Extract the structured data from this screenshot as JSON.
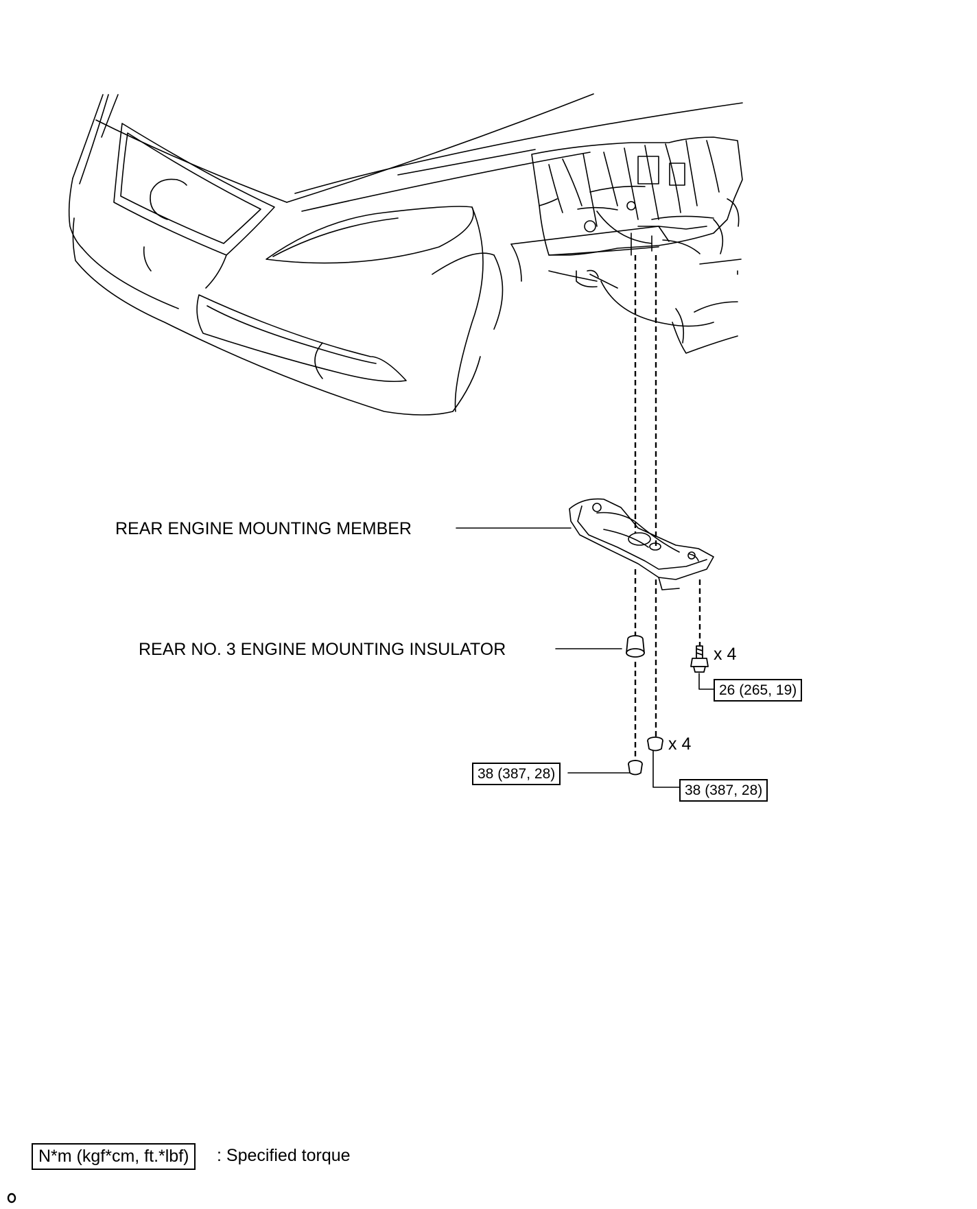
{
  "labels": {
    "member": "REAR ENGINE MOUNTING MEMBER",
    "insulator": "REAR NO. 3 ENGINE MOUNTING INSULATOR",
    "qty_bolt": "x 4",
    "qty_nut": "x 4"
  },
  "torques": {
    "bolt": "26 (265, 19)",
    "insulator_nut": "38 (387, 28)",
    "nut": "38 (387, 28)"
  },
  "legend": {
    "unit": "N*m (kgf*cm, ft.*lbf)",
    "text": ": Specified torque"
  },
  "corner_mark": "o",
  "icons": {
    "bolt": "bolt-icon",
    "nut": "nut-icon",
    "insulator": "insulator-icon"
  }
}
